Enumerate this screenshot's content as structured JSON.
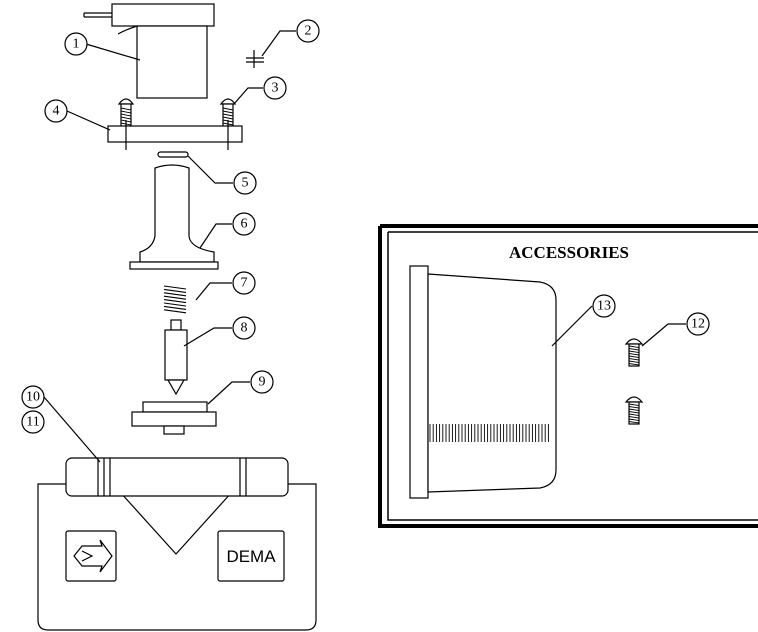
{
  "accessories": {
    "heading": "ACCESSORIES"
  },
  "housing": {
    "brand_label": "DEMA",
    "arrow_icon": "arrow-icon"
  },
  "callouts": [
    "1",
    "2",
    "3",
    "4",
    "5",
    "6",
    "7",
    "8",
    "9",
    "10",
    "11",
    "12",
    "13"
  ],
  "colors": {
    "ink": "#000000",
    "paper": "#ffffff"
  }
}
